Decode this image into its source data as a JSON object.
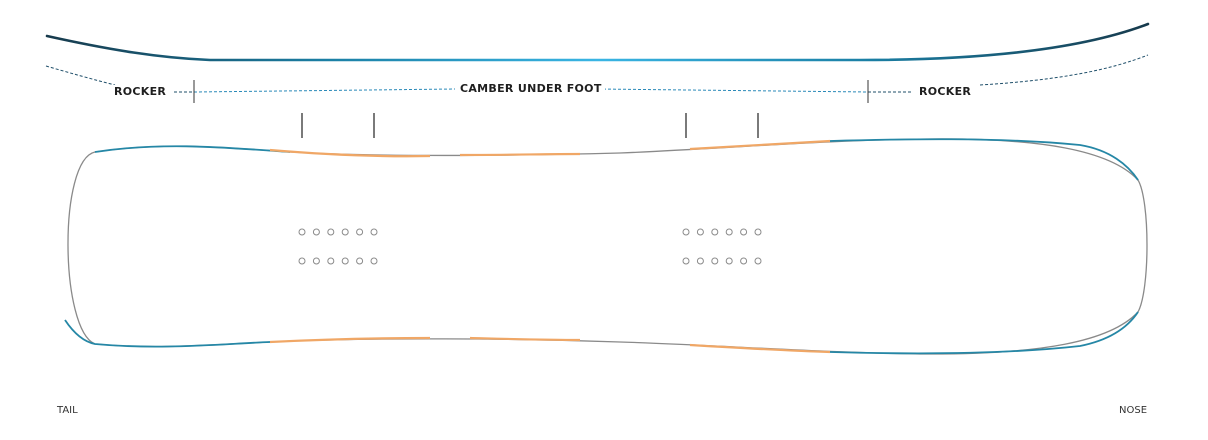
{
  "labels": {
    "rocker_tail": "ROCKER",
    "camber": "CAMBER UNDER FOOT",
    "rocker_nose": "ROCKER",
    "tail": "TAIL",
    "nose": "NOSE"
  },
  "colors": {
    "profile_dark": "#173a4c",
    "profile_mid": "#1a7ea3",
    "profile_light": "#39b5e4",
    "zone_line": "#2a89b8",
    "divider": "#333333",
    "outline": "#8a8a8a",
    "edge_teal": "#2587a6",
    "edge_orange": "#f0a766",
    "insert": "#8a8a8a",
    "stance_mark": "#222222"
  },
  "board": {
    "name": "snowboard",
    "insert_rows": 2,
    "inserts_per_row": 6,
    "binding_groups": 2
  }
}
